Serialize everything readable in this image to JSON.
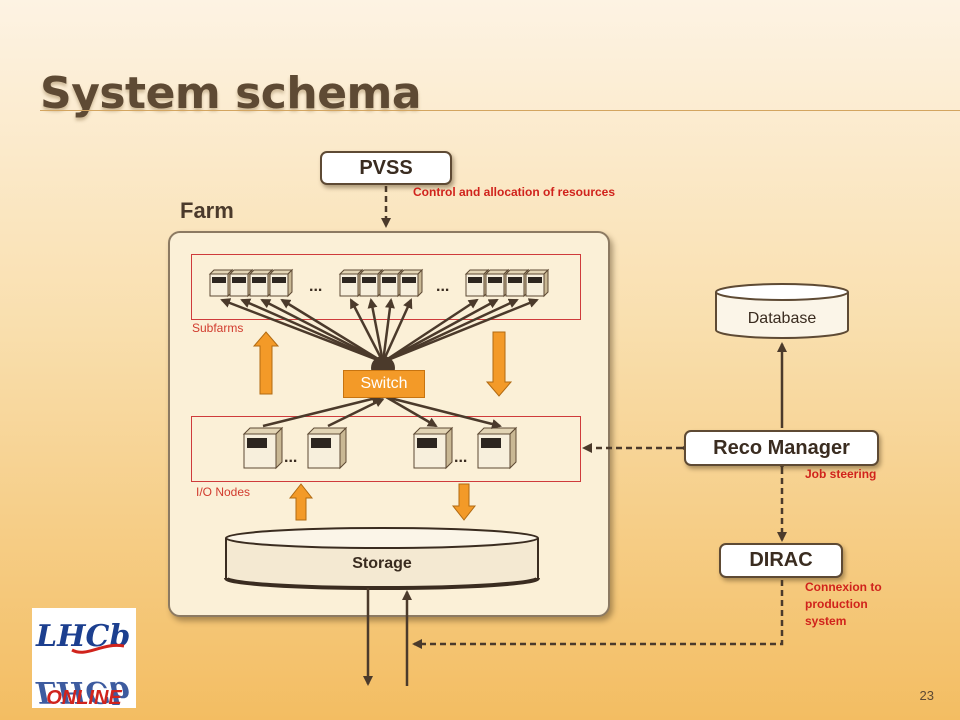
{
  "slide": {
    "title": "System schema",
    "page_number": "23"
  },
  "farm": {
    "label": "Farm",
    "subfarms_label": "Subfarms",
    "io_nodes_label": "I/O Nodes",
    "switch_label": "Switch",
    "storage_label": "Storage",
    "ellipsis": "..."
  },
  "pvss": {
    "label": "PVSS",
    "annotation": "Control and allocation of resources"
  },
  "database": {
    "label": "Database"
  },
  "reco_manager": {
    "label": "Reco Manager",
    "annotation": "Job steering"
  },
  "dirac": {
    "label": "DIRAC",
    "annotation_lines": [
      "Connexion to",
      "production",
      "system"
    ]
  },
  "logo": {
    "text_top": "LHCb",
    "text_bottom": "ONLINE"
  },
  "colors": {
    "annotation_red": "#d0231c",
    "accent_orange": "#f39a28",
    "dark_brown": "#5e4a34"
  }
}
